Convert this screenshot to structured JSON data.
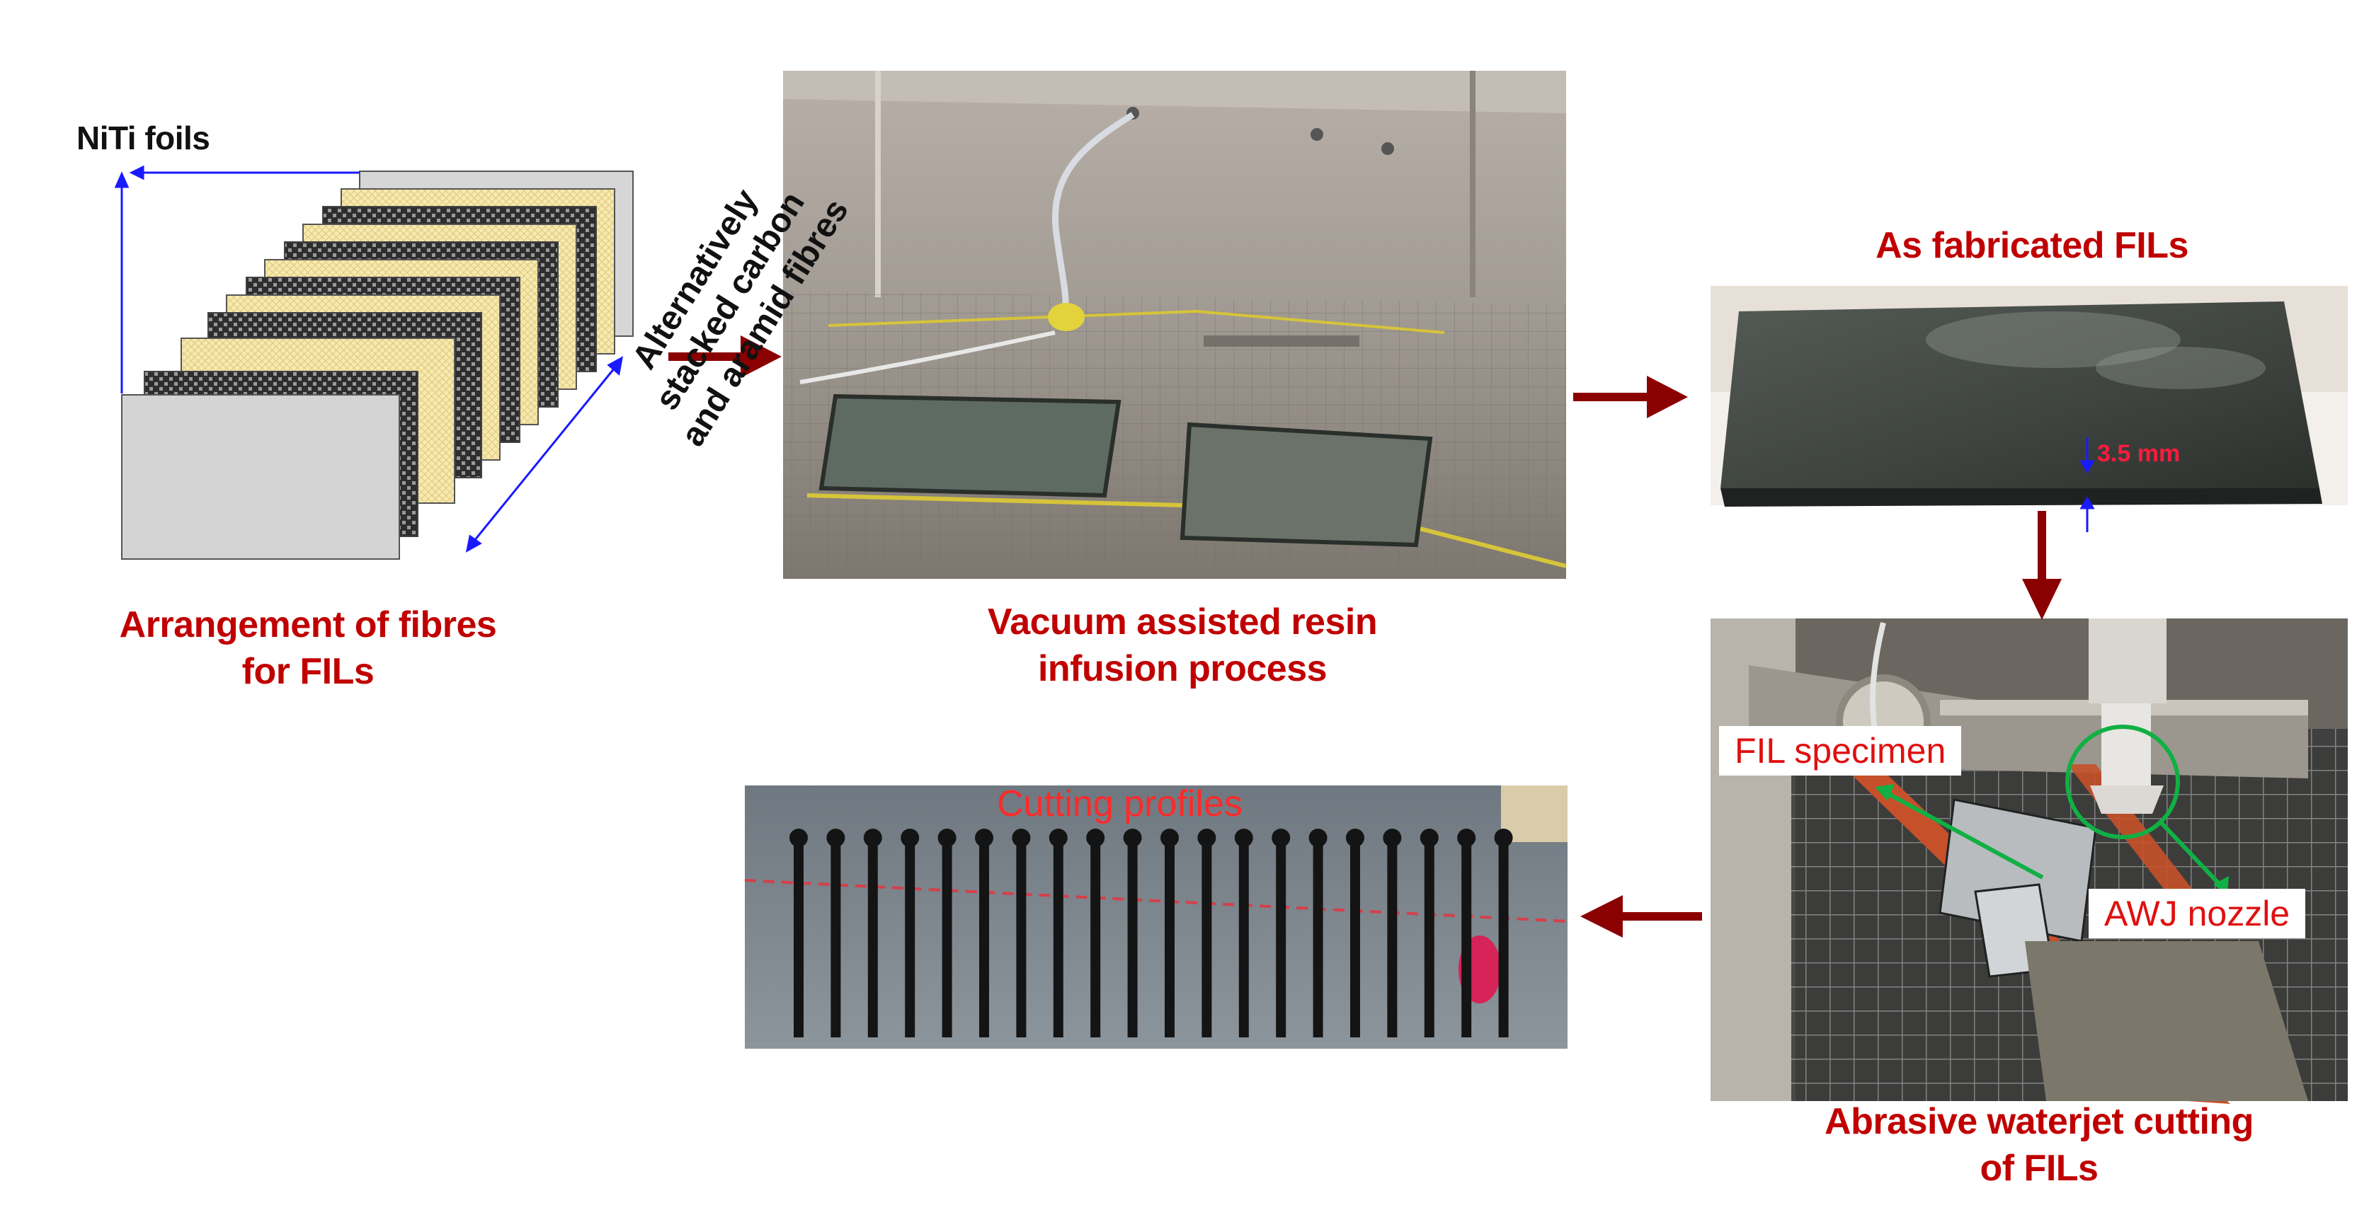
{
  "labels": {
    "niti_foils": "NiTi foils",
    "stacked_fibres": [
      "Alternatively",
      "stacked carbon",
      "and aramid fibres"
    ],
    "arrangement": [
      "Arrangement of fibres",
      "for FILs"
    ],
    "vacuum": [
      "Vacuum assisted resin",
      "infusion process"
    ],
    "as_fabricated": "As fabricated FILs",
    "thickness": "3.5 mm",
    "fil_specimen": "FIL specimen",
    "awj_nozzle": "AWJ nozzle",
    "abrasive": [
      "Abrasive waterjet cutting",
      "of FILs"
    ],
    "cutting_profiles": "Cutting profiles"
  },
  "colors": {
    "caption_red": "#c00000",
    "flow_arrow": "#8b0000",
    "dimension_blue": "#1a1aff",
    "callout_green": "#11b044",
    "foil_gray": "#d4d4d4",
    "aramid_yellow": "#f5e6a8",
    "carbon_dark": "#3a3a3a"
  }
}
